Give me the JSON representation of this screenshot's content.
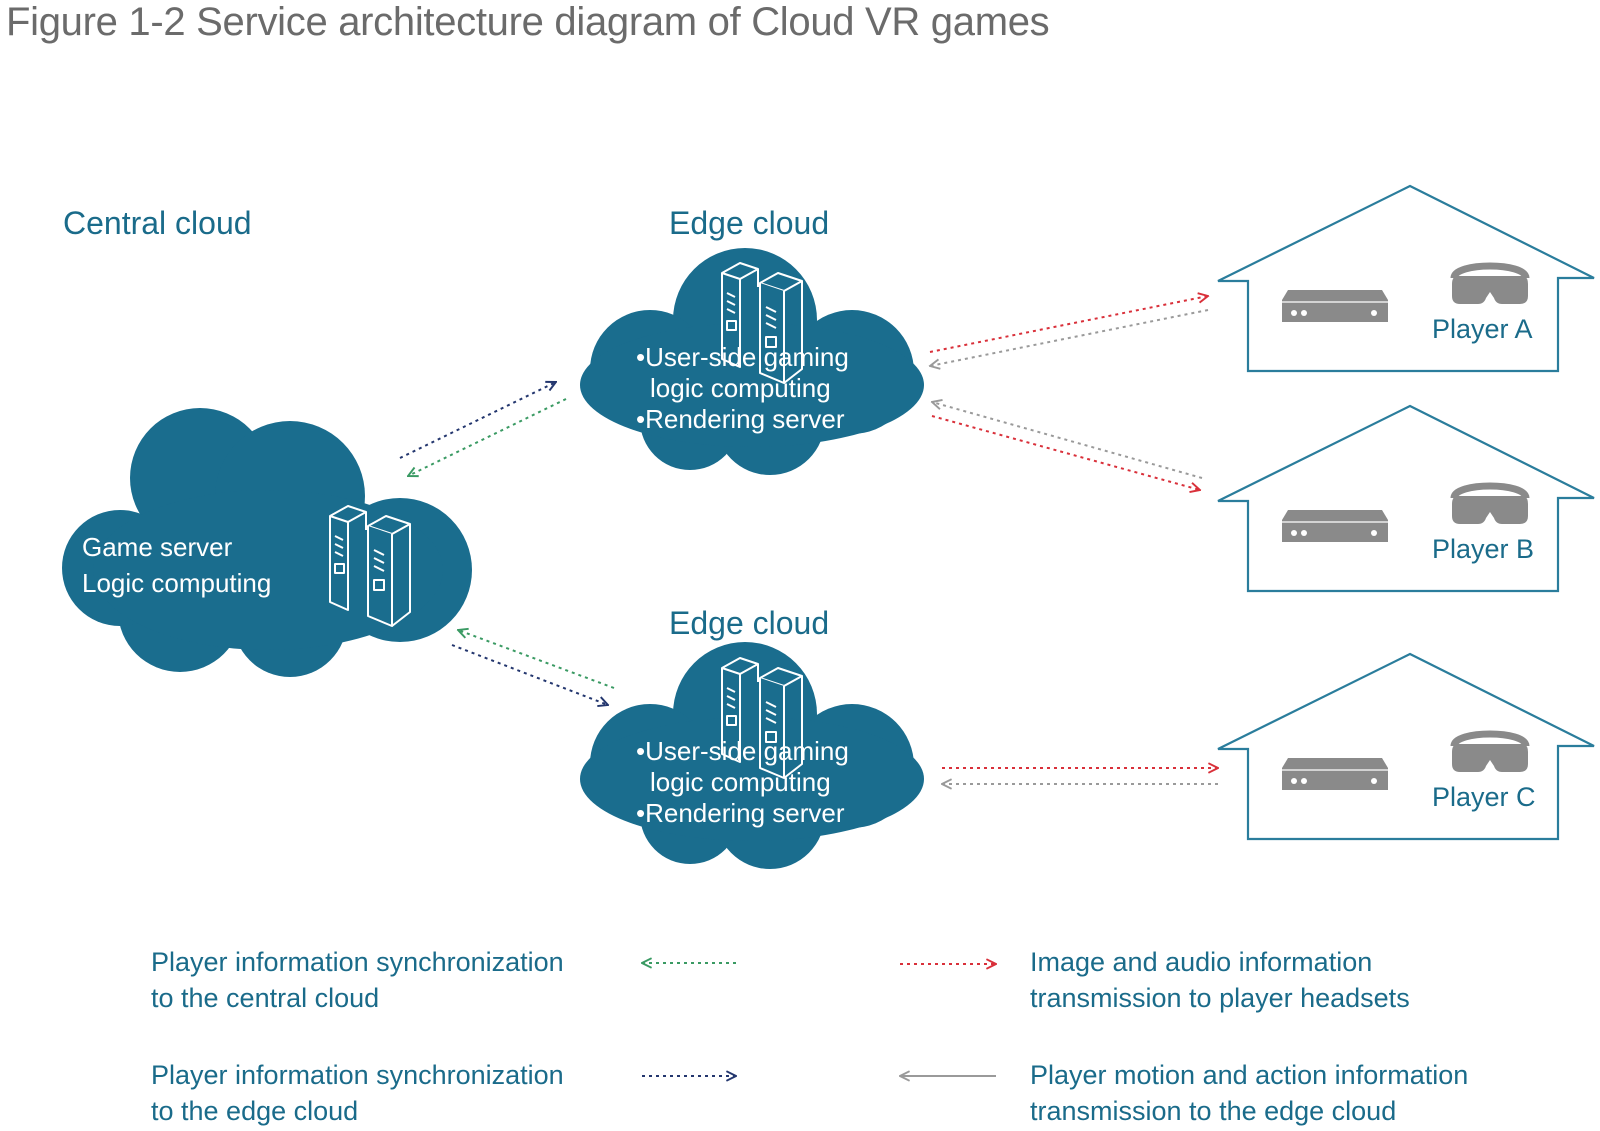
{
  "title": "Figure 1-2 Service architecture diagram of Cloud VR games",
  "central_cloud": {
    "label": "Central cloud",
    "line1": "Game server",
    "line2": "Logic computing",
    "icon": "server-icon"
  },
  "edge_clouds": [
    {
      "label": "Edge cloud",
      "bullets": [
        "•User-side gaming",
        "logic computing",
        "•Rendering server"
      ],
      "icon": "server-icon"
    },
    {
      "label": "Edge cloud",
      "bullets": [
        "•User-side gaming",
        "logic computing",
        "•Rendering server"
      ],
      "icon": "server-icon"
    }
  ],
  "players": [
    {
      "label": "Player A",
      "icons": [
        "set-top-box-icon",
        "vr-headset-icon"
      ]
    },
    {
      "label": "Player B",
      "icons": [
        "set-top-box-icon",
        "vr-headset-icon"
      ]
    },
    {
      "label": "Player C",
      "icons": [
        "set-top-box-icon",
        "vr-headset-icon"
      ]
    }
  ],
  "legend": [
    {
      "line1": "Player information synchronization",
      "line2": "to the central cloud",
      "style": "green dotted, arrow pointing left"
    },
    {
      "line1": "Player information synchronization",
      "line2": "to the edge cloud",
      "style": "dark blue dotted, arrow pointing right"
    },
    {
      "line1": "Image and audio information",
      "line2": "transmission to player headsets",
      "style": "red dotted, arrow pointing right"
    },
    {
      "line1": "Player motion and action information",
      "line2": "transmission to the edge cloud",
      "style": "grey solid, arrow pointing left"
    }
  ],
  "colors": {
    "cloud": "#1a6d8e",
    "label_text": "#1a6b8a",
    "title_text": "#6b6b6b",
    "house_outline": "#2a7d9c",
    "device": "#8a8a8a",
    "green": "#3a9a63",
    "navy": "#23366e",
    "red": "#d9303a",
    "grey": "#9a9a9a"
  }
}
